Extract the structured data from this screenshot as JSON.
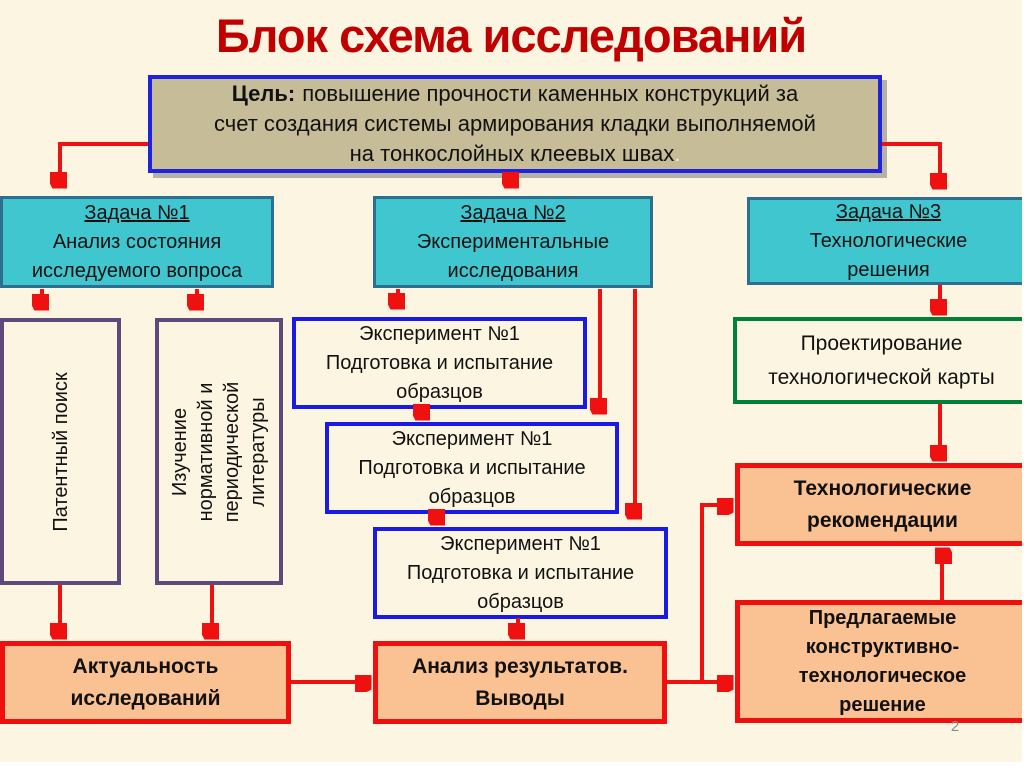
{
  "title": "Блок схема исследований",
  "page_number": "2",
  "colors": {
    "background": "#FCF5E1",
    "title_text": "#C00000",
    "goal_fill": "#C6BC97",
    "goal_border": "#1F24DC",
    "task_fill": "#3FC6CE",
    "task_border": "#2E6E90",
    "literature_border": "#5F497A",
    "experiment_border": "#1A1AE6",
    "design_border": "#018137",
    "result_fill": "#FAC192",
    "result_border": "#F00F0F",
    "arrow": "#EF1010",
    "page_number_text": "#8C8C8C"
  },
  "goal": {
    "label": "Цель:",
    "text1": "повышение прочности каменных конструкций за",
    "text2": "счет создания системы армирования кладки выполняемой",
    "text3": "на тонкослойных клеевых швах",
    "period": "."
  },
  "tasks": [
    {
      "title": "Задача №1",
      "line1": "Анализ состояния",
      "line2": "исследуемого вопроса"
    },
    {
      "title": "Задача №2",
      "line1": "Экспериментальные",
      "line2": "исследования"
    },
    {
      "title": "Задача №3",
      "line1": "Технологические",
      "line2": "решения"
    }
  ],
  "literature": {
    "patent": "Патентный поиск",
    "study_line1": "Изучение",
    "study_line2": "нормативной и",
    "study_line3": "периодической",
    "study_line4": "литературы"
  },
  "experiments": [
    {
      "line1": "Эксперимент №1",
      "line2": "Подготовка и испытание",
      "line3": "образцов"
    },
    {
      "line1": "Эксперимент №1",
      "line2": "Подготовка и испытание",
      "line3": "образцов"
    },
    {
      "line1": "Эксперимент №1",
      "line2": "Подготовка и испытание",
      "line3": "образцов"
    }
  ],
  "design": {
    "line1": "Проектирование",
    "line2": "технологической карты"
  },
  "tech_recommendations": {
    "line1": "Технологические",
    "line2": "рекомендации"
  },
  "proposed_solution": {
    "line1": "Предлагаемые",
    "line2": "конструктивно-",
    "line3": "технологическое",
    "line4": "решение"
  },
  "relevance": {
    "line1": "Актуальность",
    "line2": "исследований"
  },
  "analysis": {
    "line1": "Анализ результатов.",
    "line2": "Выводы"
  }
}
